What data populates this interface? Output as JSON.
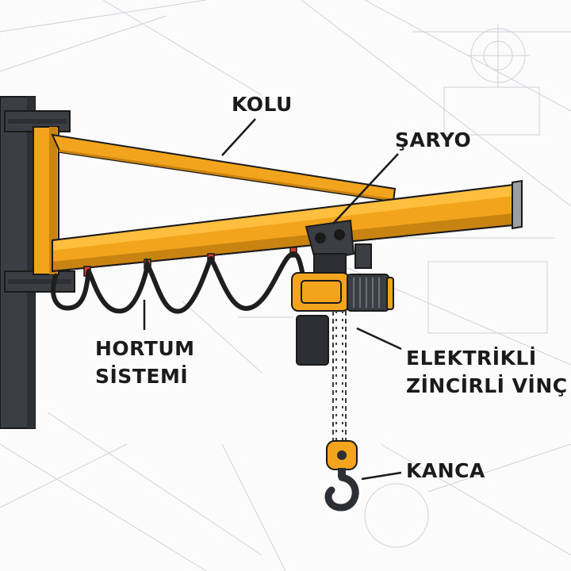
{
  "labels": {
    "arm": "KOLU",
    "trolley": "ŞARYO",
    "hose_line1": "HORTUM",
    "hose_line2": "SİSTEMİ",
    "hoist_line1": "ELEKTRİKLİ",
    "hoist_line2": "ZİNCİRLİ VİNÇ",
    "hook": "KANCA"
  },
  "colors": {
    "beam": "#f2a51c",
    "beam_shade": "#c98310",
    "column": "#3b3f44",
    "metal_dark": "#2c2f33",
    "outline": "#1a1a1a",
    "sketch_lines": "#c9cfd6"
  }
}
